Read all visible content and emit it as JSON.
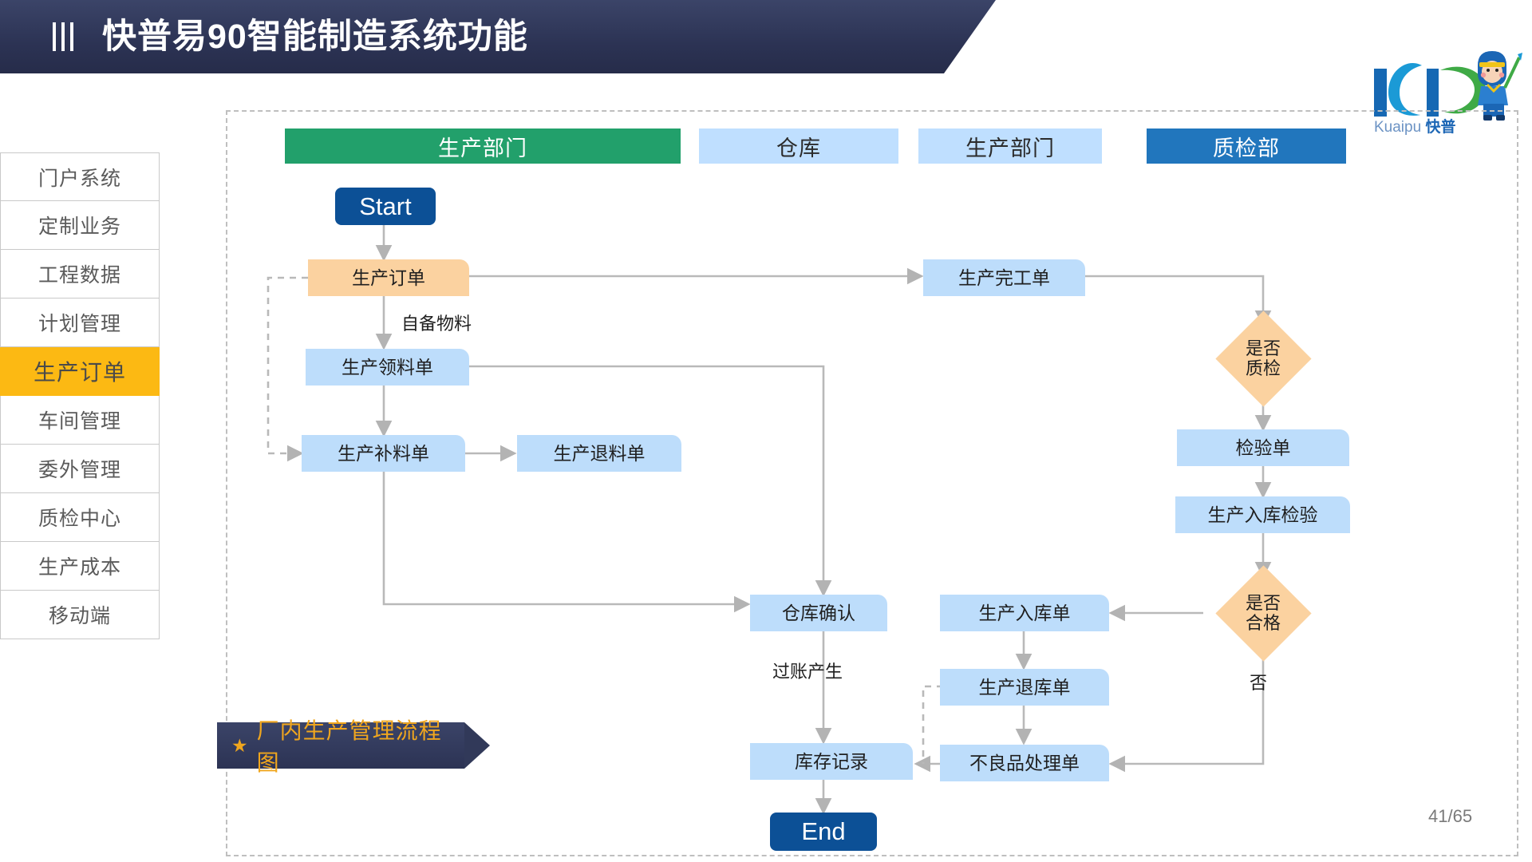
{
  "header": {
    "title": "快普易90智能制造系统功能",
    "menu_icon": "hamburger-icon"
  },
  "logo": {
    "brand_latin": "Kuaipu",
    "brand_cn": "快普",
    "mark": "kp-logo-icon",
    "mascot": "mascot-icon"
  },
  "sidebar": {
    "items": [
      {
        "label": "门户系统",
        "active": false
      },
      {
        "label": "定制业务",
        "active": false
      },
      {
        "label": "工程数据",
        "active": false
      },
      {
        "label": "计划管理",
        "active": false
      },
      {
        "label": "生产订单",
        "active": true
      },
      {
        "label": "车间管理",
        "active": false
      },
      {
        "label": "委外管理",
        "active": false
      },
      {
        "label": "质检中心",
        "active": false
      },
      {
        "label": "生产成本",
        "active": false
      },
      {
        "label": "移动端",
        "active": false
      }
    ]
  },
  "diagram": {
    "lanes": [
      {
        "label": "生产部门",
        "style": "green"
      },
      {
        "label": "仓库",
        "style": "light"
      },
      {
        "label": "生产部门",
        "style": "light"
      },
      {
        "label": "质检部",
        "style": "blue"
      }
    ],
    "nodes": [
      {
        "id": "start",
        "label": "Start",
        "shape": "terminator"
      },
      {
        "id": "order",
        "label": "生产订单",
        "shape": "process",
        "fill": "orange"
      },
      {
        "id": "pick",
        "label": "生产领料单",
        "shape": "process",
        "fill": "lblue"
      },
      {
        "id": "refill",
        "label": "生产补料单",
        "shape": "process",
        "fill": "lblue"
      },
      {
        "id": "return",
        "label": "生产退料单",
        "shape": "process",
        "fill": "lblue"
      },
      {
        "id": "finish",
        "label": "生产完工单",
        "shape": "process",
        "fill": "lblue"
      },
      {
        "id": "qc-check",
        "label": "是否质检",
        "shape": "decision",
        "line1": "是否",
        "line2": "质检"
      },
      {
        "id": "inspect",
        "label": "检验单",
        "shape": "process",
        "fill": "lblue"
      },
      {
        "id": "in-inspect",
        "label": "生产入库检验",
        "shape": "process",
        "fill": "lblue"
      },
      {
        "id": "qualified",
        "label": "是否合格",
        "shape": "decision",
        "line1": "是否",
        "line2": "合格"
      },
      {
        "id": "warehouse",
        "label": "仓库确认",
        "shape": "process",
        "fill": "lblue"
      },
      {
        "id": "stock-in",
        "label": "生产入库单",
        "shape": "process",
        "fill": "lblue"
      },
      {
        "id": "stock-out",
        "label": "生产退库单",
        "shape": "process",
        "fill": "lblue"
      },
      {
        "id": "defect",
        "label": "不良品处理单",
        "shape": "process",
        "fill": "lblue"
      },
      {
        "id": "record",
        "label": "库存记录",
        "shape": "process",
        "fill": "lblue"
      },
      {
        "id": "end",
        "label": "End",
        "shape": "terminator"
      }
    ],
    "edge_labels": [
      {
        "id": "self-material",
        "text": "自备物料"
      },
      {
        "id": "posting",
        "text": "过账产生"
      },
      {
        "id": "no",
        "text": "否"
      }
    ]
  },
  "banner": {
    "star": "★",
    "title": "厂内生产管理流程图"
  },
  "footer": {
    "page": "41/65"
  },
  "colors": {
    "header_navy": "#2c3354",
    "accent_yellow": "#fcb913",
    "lane_green": "#22a06b",
    "lane_blue": "#2176bd",
    "node_blue": "#bdddfb",
    "node_orange": "#fbd2a0",
    "terminator": "#0c5096",
    "banner_gold": "#f0a61e"
  }
}
